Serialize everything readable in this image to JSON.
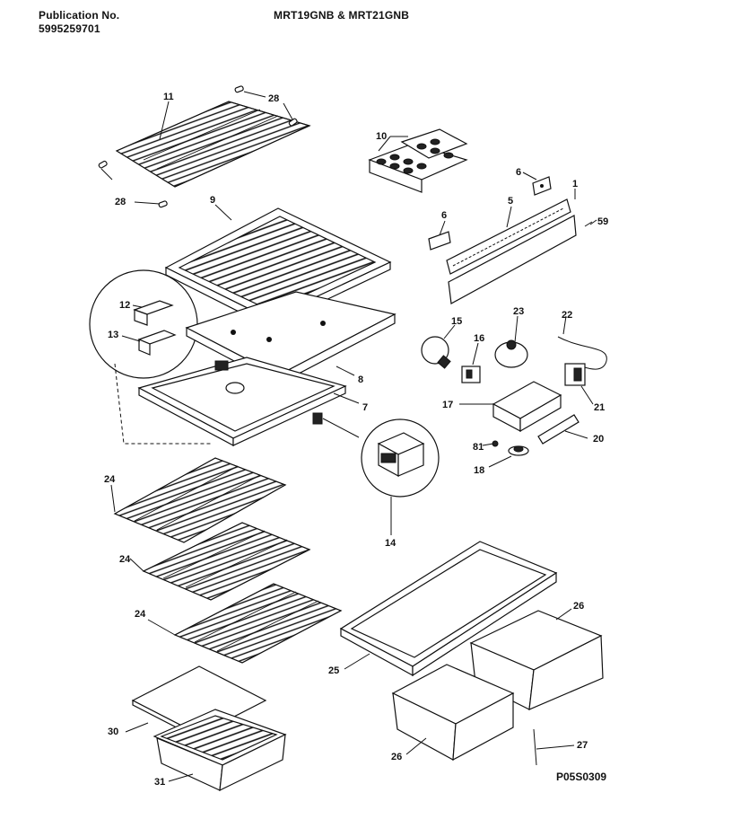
{
  "header": {
    "publication_label": "Publication No.",
    "publication_number": "5995259701",
    "models": "MRT19GNB & MRT21GNB"
  },
  "diagram_code": "P05S0309",
  "callouts": {
    "c11": "11",
    "c28a": "28",
    "c28b": "28",
    "c10": "10",
    "c6a": "6",
    "c9": "9",
    "c5": "5",
    "c6b": "6",
    "c59": "59",
    "c12": "12",
    "c13": "13",
    "c15": "15",
    "c16": "16",
    "c23": "23",
    "c22": "22",
    "c8": "8",
    "c7": "7",
    "c17": "17",
    "c21": "21",
    "c81": "81",
    "c20": "20",
    "c18": "18",
    "c14": "14",
    "c24a": "24",
    "c24b": "24",
    "c24c": "24",
    "c26a": "26",
    "c25": "25",
    "c26b": "26",
    "c27": "27",
    "c30": "30",
    "c31": "31",
    "c1": "1"
  }
}
